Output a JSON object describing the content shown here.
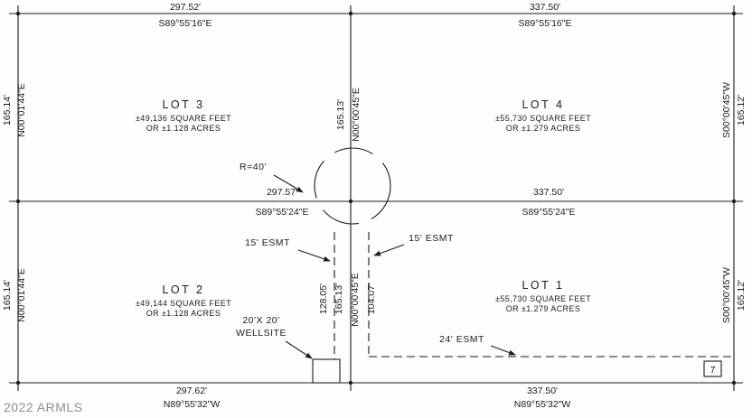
{
  "watermark": "2022 ARMLS",
  "lots": {
    "lot3": {
      "name": "LOT 3",
      "sqft": "±49,136 SQUARE FEET",
      "acres": "OR ±1.128 ACRES"
    },
    "lot4": {
      "name": "LOT 4",
      "sqft": "±55,730 SQUARE FEET",
      "acres": "OR ±1.279 ACRES"
    },
    "lot2": {
      "name": "LOT 2",
      "sqft": "±49,144 SQUARE FEET",
      "acres": "OR ±1.128 ACRES"
    },
    "lot1": {
      "name": "LOT 1",
      "sqft": "±55,730 SQUARE FEET",
      "acres": "OR ±1.279 ACRES"
    }
  },
  "bearings": {
    "top_left": {
      "dist": "297.52'",
      "bearing": "S89°55'16\"E"
    },
    "top_right": {
      "dist": "337.50'",
      "bearing": "S89°55'16\"E"
    },
    "mid_left": {
      "dist": "297.57'",
      "bearing": "S89°55'24\"E"
    },
    "mid_right": {
      "dist": "337.50'",
      "bearing": "S89°55'24\"E"
    },
    "bottom_left": {
      "dist": "297.62'",
      "bearing": "N89°55'32\"W"
    },
    "bottom_right": {
      "dist": "337.50'",
      "bearing": "N89°55'32\"W"
    },
    "west_top": {
      "dist": "165.14'",
      "bearing": "N00°01'44\"E"
    },
    "west_bottom": {
      "dist": "165.14'",
      "bearing": "N00°01'44\"E"
    },
    "east_top": {
      "dist": "165.12'",
      "bearing": "S00°00'45\"W"
    },
    "east_bottom": {
      "dist": "165.12'",
      "bearing": "S00°00'45\"W"
    },
    "center_top": {
      "dist": "165.13'",
      "bearing": "N00°00'45\"E"
    },
    "center_bottom": {
      "dist": "165.13'",
      "bearing": "N00°00'45\"E"
    },
    "esmt_left_len": "128.05'",
    "esmt_right_len": "104.07'"
  },
  "annotations": {
    "radius": "R=40'",
    "esmt15_left": "15' ESMT",
    "esmt15_right": "15' ESMT",
    "esmt24": "24' ESMT",
    "wellsite_line1": "20'X 20'",
    "wellsite_line2": "WELLSITE",
    "parcel_number": "7"
  }
}
